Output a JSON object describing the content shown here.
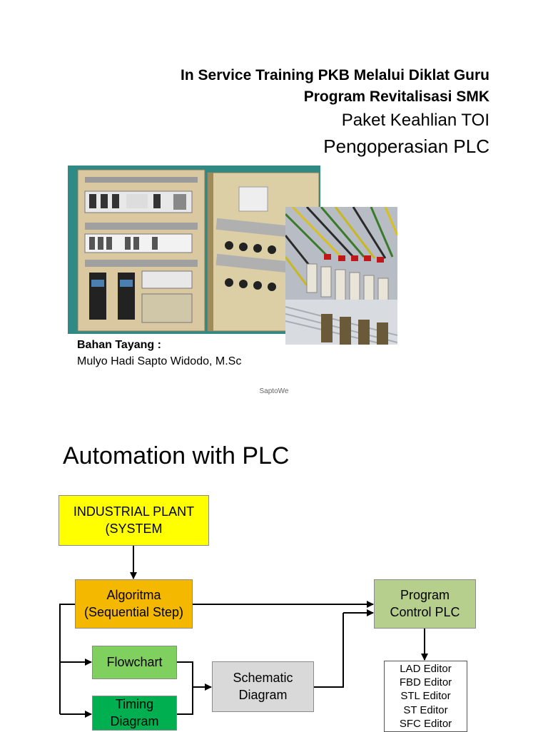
{
  "slide1": {
    "title_line1": "In Service Training PKB Melalui Diklat Guru",
    "title_line2": "Program Revitalisasi SMK",
    "title_line3": "Paket Keahlian TOI",
    "title_line4": "Pengoperasian PLC",
    "caption_label": "Bahan Tayang :",
    "caption_author": "Mulyo Hadi Sapto Widodo, M.Sc",
    "footer": "SaptoWe"
  },
  "slide2": {
    "title": "Automation with PLC",
    "boxes": {
      "plant": "INDUSTRIAL PLANT\n(SYSTEM",
      "algorithm": "Algoritma\n(Sequential Step)",
      "program": "Program\nControl PLC",
      "flowchart": "Flowchart",
      "timing": "Timing\nDiagram",
      "schematic": "Schematic\nDiagram",
      "editors": "LAD Editor\nFBD Editor\nSTL Editor\nST Editor\nSFC Editor"
    },
    "colors": {
      "plant": "#ffff00",
      "algorithm": "#f5b800",
      "program": "#b6cf8d",
      "flowchart": "#80d060",
      "timing": "#00b050",
      "schematic": "#d9d9d9"
    }
  }
}
